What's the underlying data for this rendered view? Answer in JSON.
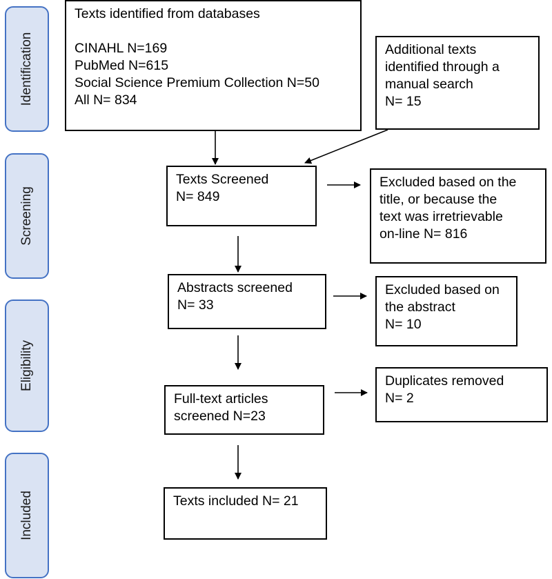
{
  "phases": {
    "identification": "Identification",
    "screening": "Screening",
    "eligibility": "Eligibility",
    "included": "Included"
  },
  "boxes": {
    "databases": {
      "heading": "Texts identified from databases",
      "lines": [
        "CINAHL N=169",
        "PubMed N=615",
        "Social Science Premium Collection N=50",
        "All N= 834"
      ]
    },
    "manual": {
      "lines": [
        "Additional texts",
        "identified through a",
        "manual search",
        "N= 15"
      ]
    },
    "screened": {
      "lines": [
        "Texts Screened",
        "N= 849"
      ]
    },
    "excluded_title": {
      "lines": [
        "Excluded based on the",
        "title, or because the",
        "text was irretrievable",
        "on-line N= 816"
      ]
    },
    "abstracts": {
      "lines": [
        "Abstracts screened",
        "N= 33"
      ]
    },
    "excluded_abstract": {
      "lines": [
        "Excluded based on",
        "the abstract",
        "N= 10"
      ]
    },
    "fulltext": {
      "lines": [
        "Full-text articles",
        "screened N=23"
      ]
    },
    "duplicates": {
      "lines": [
        "Duplicates removed",
        "N= 2"
      ]
    },
    "included": {
      "lines": [
        "Texts included N= 21"
      ]
    }
  }
}
